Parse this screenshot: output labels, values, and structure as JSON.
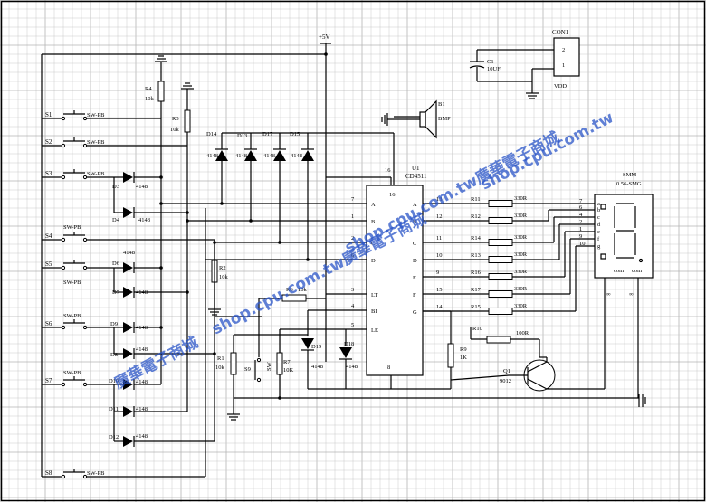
{
  "colors": {
    "wire": "#000000",
    "watermark": "#2a55c8",
    "grid": "#c9c9c9"
  },
  "supply": {
    "vcc": "+5V",
    "vdd": "VDD"
  },
  "connector": {
    "name": "CON1",
    "pin1": "1",
    "pin2": "2"
  },
  "capacitor": {
    "ref": "C1",
    "value": "10UF"
  },
  "buzzer": {
    "ref": "B1",
    "value": "BMP"
  },
  "ic": {
    "ref": "U1",
    "part": "CD4511",
    "vcc_pin": "16",
    "gnd_pin": "8",
    "pins_left": [
      {
        "num": "7",
        "name": "A"
      },
      {
        "num": "1",
        "name": "B"
      },
      {
        "num": "2",
        "name": "C"
      },
      {
        "num": "6",
        "name": "D"
      },
      {
        "num": "3",
        "name": "LT"
      },
      {
        "num": "4",
        "name": "BI"
      },
      {
        "num": "5",
        "name": "LE"
      }
    ],
    "pins_right": [
      {
        "num": "13",
        "name": "A"
      },
      {
        "num": "12",
        "name": "B"
      },
      {
        "num": "11",
        "name": "C"
      },
      {
        "num": "10",
        "name": "D"
      },
      {
        "num": "9",
        "name": "E"
      },
      {
        "num": "15",
        "name": "F"
      },
      {
        "num": "14",
        "name": "G"
      }
    ]
  },
  "display": {
    "ref": "SMM",
    "part": "0.56-SMG",
    "com_label": "com",
    "pins_right": [
      "7",
      "6",
      "4",
      "2",
      "1",
      "9",
      "10"
    ],
    "seg_labels": [
      "a",
      "b",
      "c",
      "d",
      "e",
      "f",
      "g"
    ]
  },
  "seg_resistors": [
    {
      "ref": "R11",
      "value": "330R"
    },
    {
      "ref": "R12",
      "value": "330R"
    },
    {
      "ref": "R14",
      "value": "330R"
    },
    {
      "ref": "R13",
      "value": "330R"
    },
    {
      "ref": "R16",
      "value": "330R"
    },
    {
      "ref": "R17",
      "value": "330R"
    },
    {
      "ref": "R15",
      "value": "330R"
    }
  ],
  "other_resistors": {
    "r4": {
      "ref": "R4",
      "value": "10k"
    },
    "r3": {
      "ref": "R3",
      "value": "10k"
    },
    "r2": {
      "ref": "R2",
      "value": "10k"
    },
    "r1": {
      "ref": "R1",
      "value": "10k"
    },
    "r6": {
      "ref": "R6",
      "value": "10k"
    },
    "r7": {
      "ref": "R7",
      "value": "10K"
    },
    "r9": {
      "ref": "R9",
      "value": "1K"
    },
    "r10": {
      "ref": "R10",
      "value": "100R"
    }
  },
  "transistor": {
    "ref": "Q1",
    "part": "9012"
  },
  "switches": [
    {
      "ref": "S1",
      "type": "SW-PB"
    },
    {
      "ref": "S2",
      "type": "SW-PB"
    },
    {
      "ref": "S3",
      "type": "SW-PB"
    },
    {
      "ref": "S4",
      "type": "SW-PB"
    },
    {
      "ref": "S5",
      "type": "SW-PB"
    },
    {
      "ref": "S6",
      "type": "SW-PB"
    },
    {
      "ref": "S7",
      "type": "SW-PB"
    },
    {
      "ref": "S8",
      "type": "SW-PB"
    },
    {
      "ref": "S9",
      "type": "SW"
    }
  ],
  "diodes": {
    "top": [
      {
        "ref": "D14",
        "part": "4148"
      },
      {
        "ref": "D13",
        "part": "4148"
      },
      {
        "ref": "D17",
        "part": "4148"
      },
      {
        "ref": "D15",
        "part": "4148"
      }
    ],
    "left": [
      {
        "ref": "D3",
        "part": "4148"
      },
      {
        "ref": "D4",
        "part": "4148"
      },
      {
        "ref": "D6",
        "part": "4148"
      },
      {
        "ref": "D7",
        "part": "4148"
      },
      {
        "ref": "D9",
        "part": "4148"
      },
      {
        "ref": "D8",
        "part": "4148"
      },
      {
        "ref": "D10",
        "part": "4148"
      },
      {
        "ref": "D11",
        "part": "4148"
      },
      {
        "ref": "D12",
        "part": "4148"
      }
    ],
    "bottom": [
      {
        "ref": "D19",
        "part": "4148"
      },
      {
        "ref": "D18",
        "part": "4148"
      }
    ]
  },
  "watermarks": [
    "shop.cpu.com.tw",
    "shop.cpu.com.tw廣華電子商城",
    "shop.cpu.com.tw廣華電子商城",
    "廣華電子商城"
  ]
}
